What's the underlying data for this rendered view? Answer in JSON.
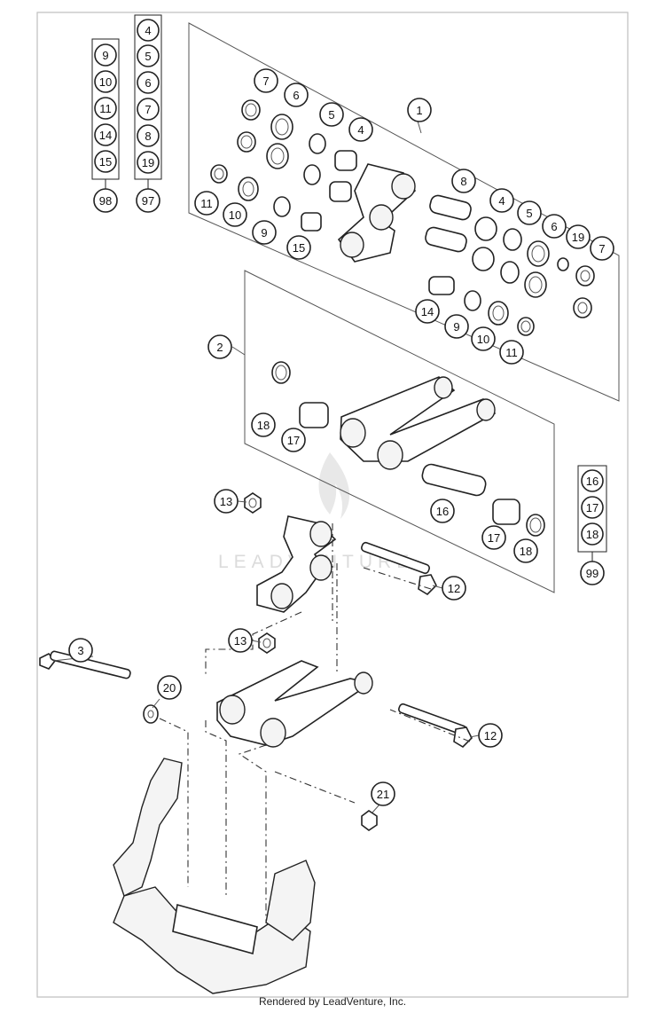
{
  "diagram": {
    "callouts": {
      "c1": "1",
      "c2": "2",
      "c3": "3",
      "c4a": "4",
      "c4b": "4",
      "c5a": "5",
      "c5b": "5",
      "c6a": "6",
      "c6b": "6",
      "c7a": "7",
      "c7b": "7",
      "c8": "8",
      "c9a": "9",
      "c9b": "9",
      "c10a": "10",
      "c10b": "10",
      "c11a": "11",
      "c11b": "11",
      "c12a": "12",
      "c12b": "12",
      "c13a": "13",
      "c13b": "13",
      "c14": "14",
      "c15": "15",
      "c16": "16",
      "c17a": "17",
      "c17b": "17",
      "c18a": "18",
      "c18b": "18",
      "c19": "19",
      "c20": "20",
      "c21": "21"
    },
    "kits": {
      "k98": {
        "items": [
          "9",
          "10",
          "11",
          "14",
          "15"
        ],
        "kit": "98"
      },
      "k97": {
        "items": [
          "4",
          "5",
          "6",
          "7",
          "8",
          "19"
        ],
        "kit": "97"
      },
      "k99": {
        "items": [
          "16",
          "17",
          "18"
        ],
        "kit": "99"
      }
    },
    "watermark": "LEADVENTURE"
  },
  "footer": {
    "text": "Rendered by LeadVenture, Inc."
  }
}
